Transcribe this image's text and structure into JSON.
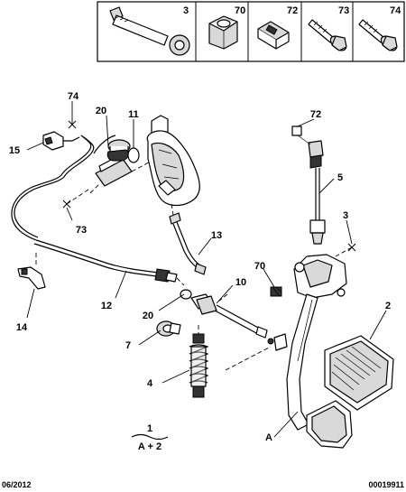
{
  "header_parts": [
    {
      "ref": "3",
      "icon": "shoulder-bolt-icon"
    },
    {
      "ref": "70",
      "icon": "hex-nut-icon"
    },
    {
      "ref": "72",
      "icon": "clip-icon"
    },
    {
      "ref": "73",
      "icon": "flange-screw-icon"
    },
    {
      "ref": "74",
      "icon": "flange-screw-icon"
    }
  ],
  "callouts": {
    "c74": "74",
    "c20a": "20",
    "c11": "11",
    "c15": "15",
    "c73": "73",
    "c72": "72",
    "c5": "5",
    "c13": "13",
    "c3": "3",
    "c70": "70",
    "c10": "10",
    "c12": "12",
    "c20b": "20",
    "c14": "14",
    "c2": "2",
    "c7": "7",
    "c4": "4",
    "cA": "A"
  },
  "formula": {
    "top": "1",
    "bottom": "A + 2"
  },
  "footer": {
    "date": "06/2012",
    "doc_number": "00019911"
  }
}
